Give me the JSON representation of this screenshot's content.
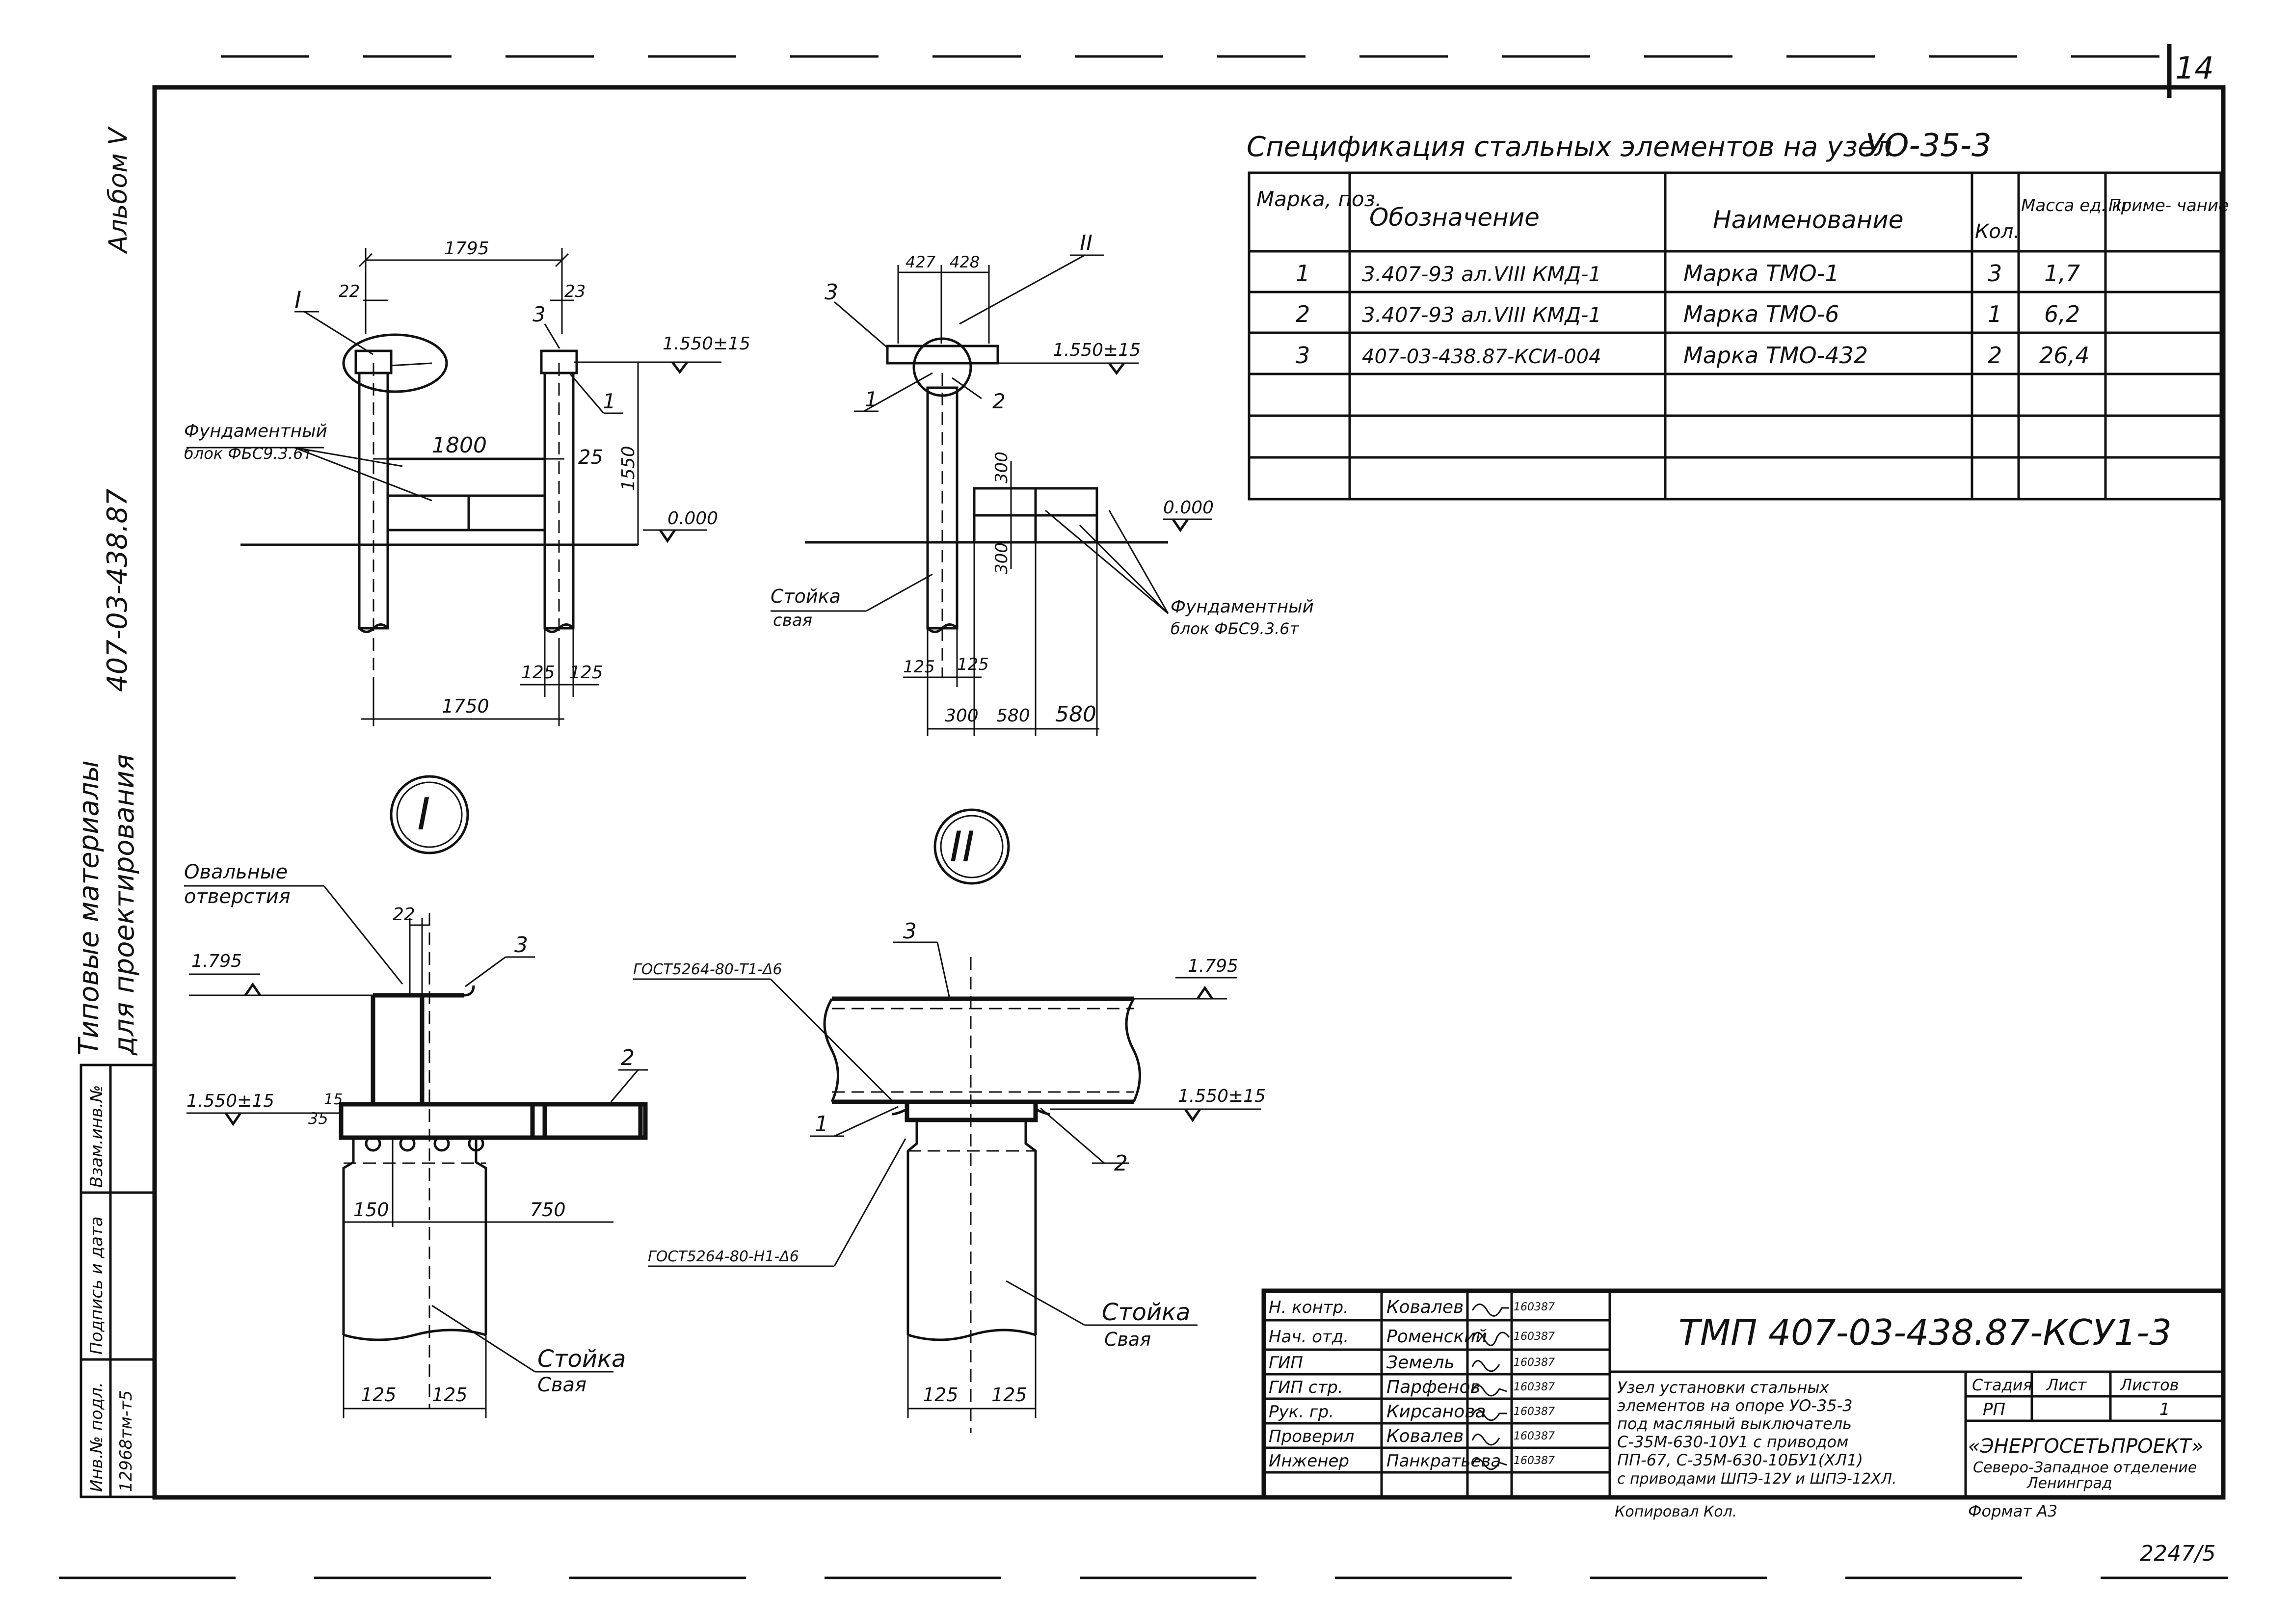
{
  "sheet": {
    "page_number": "14",
    "bottom_number": "2247/5",
    "copied": "Копировал Кол.",
    "format": "Формат А3"
  },
  "left_margin": {
    "album": "Альбом V",
    "code": "407-03-438.87",
    "typical1": "Типовые материалы",
    "typical2": "для проектирования",
    "box1": "Взам.инв.№",
    "box2": "Подпись и дата",
    "box3": "Инв.№ подл.",
    "box3_value": "12968тм-т5"
  },
  "spec": {
    "title": "Спецификация стальных элементов на узел",
    "node": "УО-35-3",
    "headers": [
      "Марка, поз.",
      "Обозначение",
      "Наименование",
      "Кол.",
      "Масса ед. кг",
      "Приме- чание"
    ],
    "rows": [
      [
        "1",
        "3.407-93 ал.VIII КМД-1",
        "Марка ТМО-1",
        "3",
        "1,7",
        ""
      ],
      [
        "2",
        "3.407-93 ал.VIII КМД-1",
        "Марка ТМО-6",
        "1",
        "6,2",
        ""
      ],
      [
        "3",
        "407-03-438.87-КСИ-004",
        "Марка ТМО-432",
        "2",
        "26,4",
        ""
      ],
      [
        "",
        "",
        "",
        "",
        "",
        ""
      ],
      [
        "",
        "",
        "",
        "",
        "",
        ""
      ],
      [
        "",
        "",
        "",
        "",
        "",
        ""
      ]
    ]
  },
  "view1": {
    "d1795": "1795",
    "d22": "22",
    "d23": "23",
    "mark_I": "I",
    "mark_3": "3",
    "mark_1": "1",
    "lvl": "1.550±15",
    "d1800": "1800",
    "d25": "25",
    "d1550": "1550",
    "zero": "0.000",
    "fund1": "Фундаментный",
    "fund2": "блок ФБС9.3.6т",
    "d125a": "125",
    "d125b": "125",
    "d1750": "1750"
  },
  "view2": {
    "d427": "427",
    "d428": "428",
    "mark_II": "II",
    "mark_3": "3",
    "mark_1": "1",
    "mark_2": "2",
    "lvl": "1.550±15",
    "d300a": "300",
    "d300b": "300",
    "zero": "0.000",
    "post1": "Стойка",
    "post2": "свая",
    "fund1": "Фундаментный",
    "fund2": "блок ФБС9.3.6т",
    "d125a": "125",
    "d125b": "125",
    "d300": "300",
    "d580a": "580",
    "d580b": "580"
  },
  "detail1": {
    "circle": "I",
    "oval1": "Овальные",
    "oval2": "отверстия",
    "d22": "22",
    "mark_3": "3",
    "mark_2": "2",
    "lvl_top": "1.795",
    "lvl": "1.550±15",
    "d35": "35",
    "d15": "15",
    "d150": "150",
    "d750": "750",
    "post1": "Стойка",
    "post2": "Свая",
    "d125a": "125",
    "d125b": "125"
  },
  "detail2": {
    "circle": "II",
    "mark_3": "3",
    "mark_1": "1",
    "mark_2": "2",
    "gost1": "ГОСТ5264-80-Т1-Δ6",
    "gost2": "ГОСТ5264-80-Н1-Δ6",
    "lvl_top": "1.795",
    "lvl": "1.550±15",
    "post1": "Стойка",
    "post2": "Свая",
    "d125a": "125",
    "d125b": "125"
  },
  "title_block": {
    "doc": "ТМП 407-03-438.87-КСУ1-3",
    "roles": [
      "Н. контр.",
      "Нач. отд.",
      "ГИП",
      "ГИП стр.",
      "Рук. гр.",
      "Проверил",
      "Инженер"
    ],
    "names": [
      "Ковалев",
      "Роменский",
      "Земель",
      "Парфенов",
      "Кирсанова",
      "Ковалев",
      "Панкратьева"
    ],
    "dates": [
      "160387",
      "160387",
      "160387",
      "160387",
      "160387",
      "160387",
      "160387"
    ],
    "desc": [
      "Узел установки стальных",
      "элементов на опоре УО-35-3",
      "под масляный выключатель",
      "С-35М-630-10У1 с приводом",
      "ПП-67, С-35М-630-10БУ1(ХЛ1)",
      "с приводами ШПЭ-12У и ШПЭ-12ХЛ."
    ],
    "stage_h": "Стадия",
    "sheet_h": "Лист",
    "sheets_h": "Листов",
    "stage": "РП",
    "sheet_no": "",
    "sheets": "1",
    "org1": "«ЭНЕРГОСЕТЬПРОЕКТ»",
    "org2": "Северо-Западное отделение",
    "org3": "Ленинград"
  }
}
